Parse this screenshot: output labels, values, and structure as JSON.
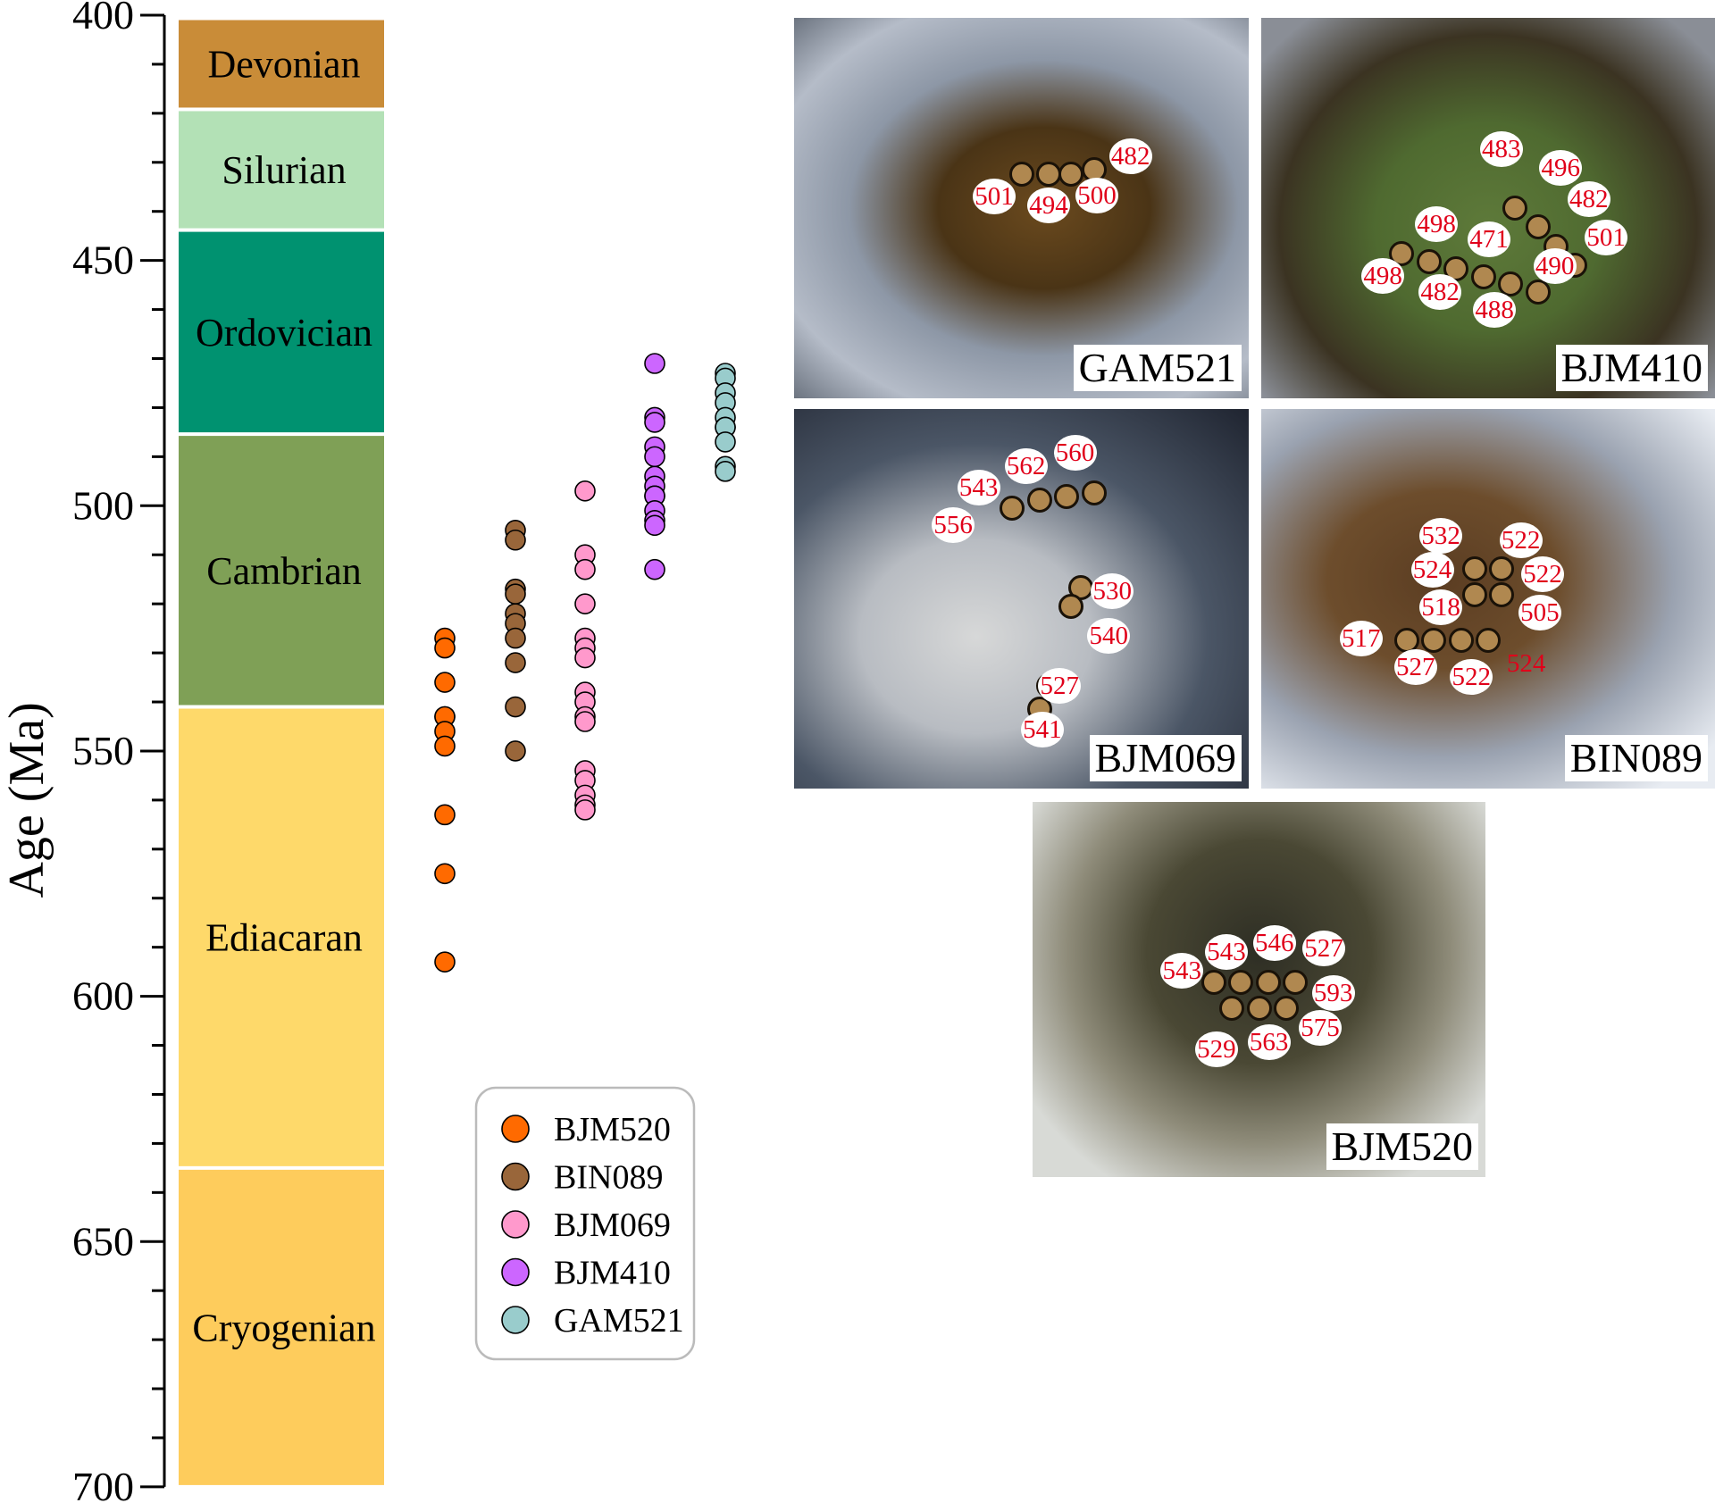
{
  "chart_data": {
    "type": "scatter",
    "ylabel": "Age (Ma)",
    "ylim": [
      400,
      700
    ],
    "y_inverted": true,
    "y_ticks": [
      400,
      450,
      500,
      550,
      600,
      650,
      700
    ],
    "y_minor_step": 10,
    "periods": [
      {
        "name": "Devonian",
        "top": 401,
        "base": 419.2,
        "color": "#C98C38"
      },
      {
        "name": "Silurian",
        "top": 419.2,
        "base": 443.8,
        "color": "#B3E1B6"
      },
      {
        "name": "Ordovician",
        "top": 443.8,
        "base": 485.4,
        "color": "#009270"
      },
      {
        "name": "Cambrian",
        "top": 485.4,
        "base": 541,
        "color": "#7FA056"
      },
      {
        "name": "Ediacaran",
        "top": 541,
        "base": 635,
        "color": "#FED96A"
      },
      {
        "name": "Cryogenian",
        "top": 635,
        "base": 700,
        "color": "#FECC5C"
      }
    ],
    "series": [
      {
        "name": "BJM520",
        "color": "#FF6A00",
        "values": [
          527,
          529,
          536,
          543,
          543,
          546,
          549,
          563,
          575,
          593
        ]
      },
      {
        "name": "BIN089",
        "color": "#99663A",
        "values": [
          505,
          507,
          517,
          518,
          522,
          524,
          527,
          532,
          541,
          550
        ]
      },
      {
        "name": "BJM069",
        "color": "#FF99CC",
        "values": [
          497,
          510,
          513,
          520,
          527,
          529,
          531,
          538,
          540,
          543,
          544,
          554,
          556,
          559,
          561,
          562
        ]
      },
      {
        "name": "BJM410",
        "color": "#CC66FF",
        "values": [
          471,
          482,
          483,
          488,
          490,
          494,
          496,
          498,
          498,
          501,
          503,
          504,
          513
        ]
      },
      {
        "name": "GAM521",
        "color": "#99CCCC",
        "values": [
          473,
          474,
          477,
          479,
          482,
          484,
          484,
          487,
          492,
          493
        ]
      }
    ],
    "legend": "center-left (below scatter)"
  },
  "photos": [
    {
      "sample": "GAM521",
      "labels": [
        "482",
        "501",
        "494",
        "500"
      ]
    },
    {
      "sample": "BJM410",
      "labels": [
        "483",
        "496",
        "482",
        "501",
        "498",
        "471",
        "490",
        "498",
        "482",
        "488"
      ]
    },
    {
      "sample": "BJM069",
      "labels": [
        "562",
        "560",
        "543",
        "556",
        "530",
        "540",
        "527",
        "541"
      ]
    },
    {
      "sample": "BIN089",
      "labels": [
        "532",
        "522",
        "524",
        "522",
        "518",
        "505",
        "517",
        "527",
        "522",
        "524"
      ]
    },
    {
      "sample": "BJM520",
      "labels": [
        "543",
        "546",
        "527",
        "543",
        "593",
        "575",
        "529",
        "563"
      ]
    }
  ]
}
